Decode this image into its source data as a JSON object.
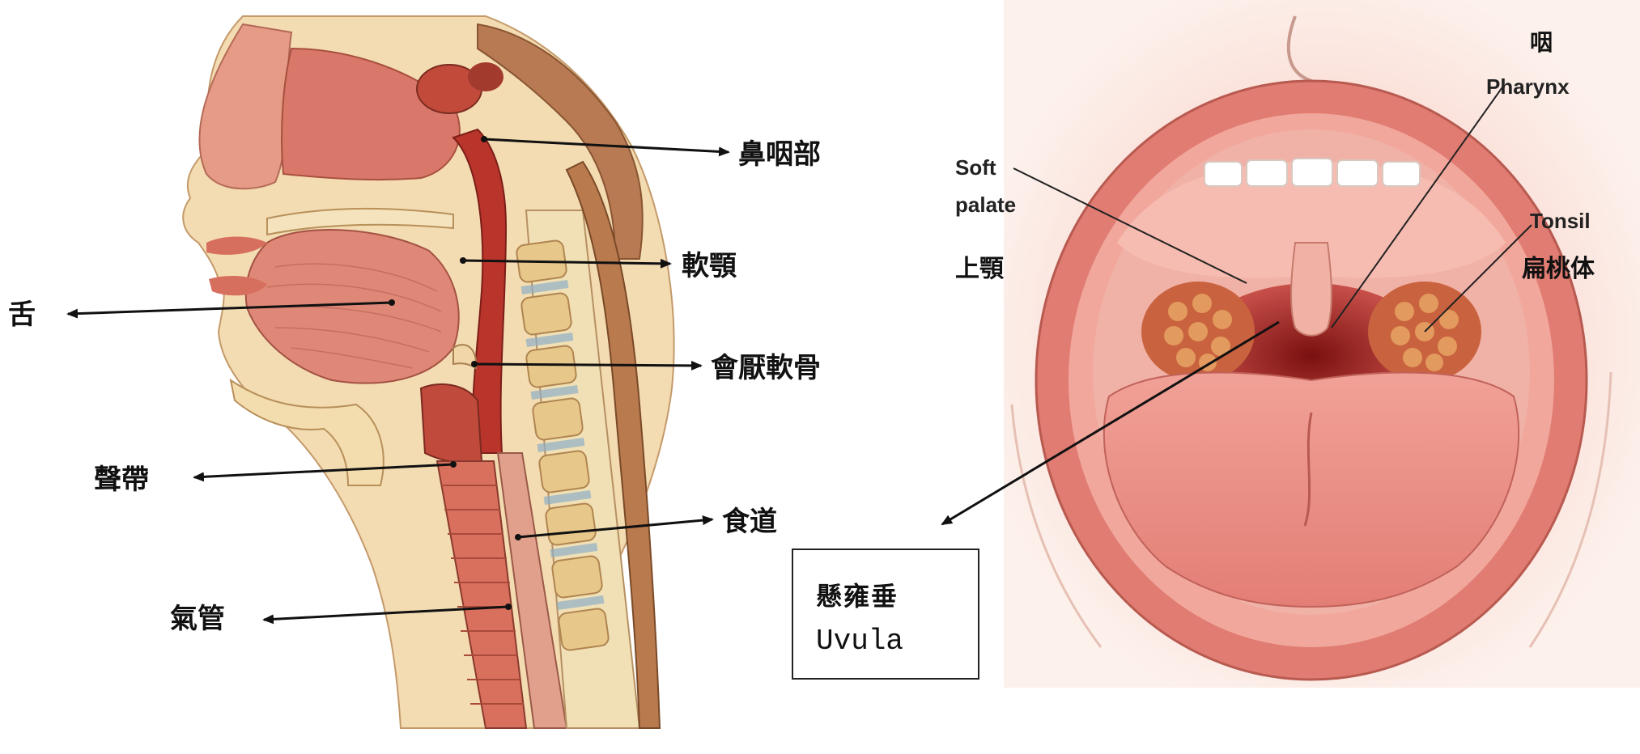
{
  "left_diagram": {
    "labels": {
      "nasopharynx": "鼻咽部",
      "soft_palate": "軟顎",
      "tongue": "舌",
      "epiglottis": "會厭軟骨",
      "vocal_cords": "聲帶",
      "esophagus": "食道",
      "trachea": "氣管"
    }
  },
  "right_diagram": {
    "labels": {
      "pharynx_zh": "咽",
      "pharynx_en": "Pharynx",
      "soft_palate_en_line1": "Soft",
      "soft_palate_en_line2": "palate",
      "soft_palate_zh": "上顎",
      "tonsil_en": "Tonsil",
      "tonsil_zh": "扁桃体"
    },
    "uvula_box": {
      "zh": "懸雍垂",
      "en": "Uvula"
    }
  },
  "colors": {
    "flesh": "#e89a86",
    "deep_red": "#b0302a",
    "bone": "#f2deb0",
    "lip": "#e07a70",
    "tongue": "#e8857c",
    "skin": "#fbeee6",
    "arrow": "#111111"
  }
}
